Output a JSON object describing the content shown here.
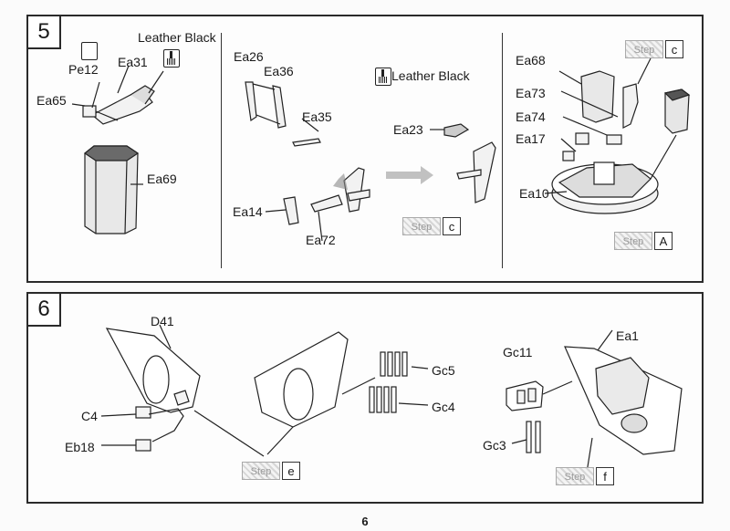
{
  "page_number": "6",
  "step5": {
    "number": "5",
    "sub_a": {
      "paint": "Leather Black",
      "parts": [
        "Pe12",
        "Ea31",
        "Ea65",
        "Ea69"
      ]
    },
    "sub_b": {
      "paint": "Leather Black",
      "parts": [
        "Ea26",
        "Ea36",
        "Ea35",
        "Ea23",
        "Ea14",
        "Ea72"
      ],
      "step_ref": {
        "label": "Step",
        "target": "c"
      }
    },
    "sub_c": {
      "parts": [
        "Ea68",
        "Ea73",
        "Ea74",
        "Ea17",
        "Ea10"
      ],
      "step_ref_top": {
        "label": "Step",
        "target": "c"
      },
      "step_ref_bottom": {
        "label": "Step",
        "target": "A"
      }
    }
  },
  "step6": {
    "number": "6",
    "parts": [
      "D41",
      "C4",
      "Eb18",
      "Gc5",
      "Gc4",
      "Gc11",
      "Ea1",
      "Gc3"
    ],
    "step_ref_e": {
      "label": "Step",
      "target": "e"
    },
    "step_ref_f": {
      "label": "Step",
      "target": "f"
    }
  }
}
